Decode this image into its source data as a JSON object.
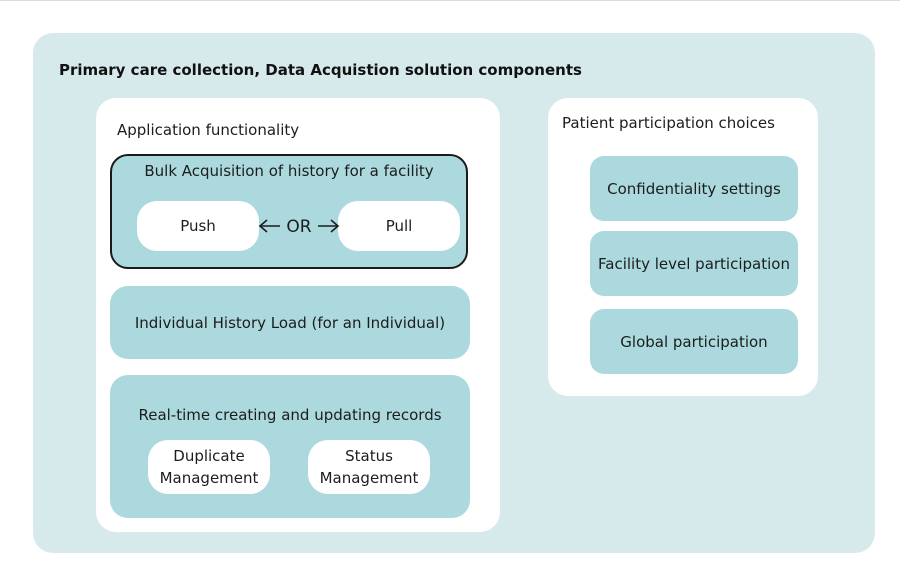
{
  "outer": {
    "title": "Primary care collection, Data Acquistion solution components"
  },
  "application_panel": {
    "title": "Application functionality",
    "bulk": {
      "title": "Bulk Acquisition of history for a facility",
      "push": "Push",
      "or": "OR",
      "pull": "Pull"
    },
    "individual": {
      "label": "Individual History Load (for an Individual)"
    },
    "realtime": {
      "title": "Real-time creating and updating records",
      "duplicate": [
        "Duplicate",
        "Management"
      ],
      "status": [
        "Status",
        "Management"
      ]
    }
  },
  "patient_panel": {
    "title": "Patient participation choices",
    "choices": [
      "Confidentiality settings",
      "Facility level participation",
      "Global participation"
    ]
  }
}
